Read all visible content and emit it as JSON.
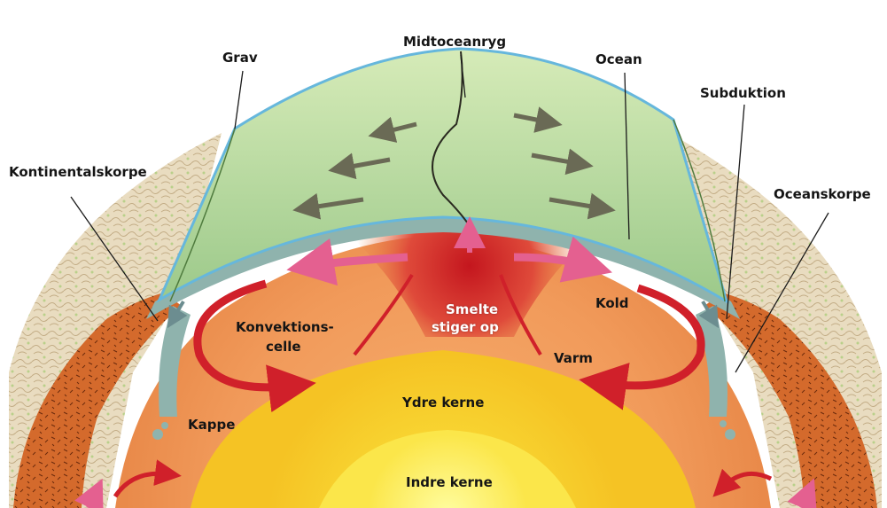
{
  "labels": {
    "midtoceanryg": "Midtoceanryg",
    "grav": "Grav",
    "ocean": "Ocean",
    "subduktion": "Subduktion",
    "kontinentalskorpe": "Kontinentalskorpe",
    "oceanskorpe": "Oceanskorpe",
    "konvektionscelle_line1": "Konvektions-",
    "konvektionscelle_line2": "celle",
    "smelte_line1": "Smelte",
    "smelte_line2": "stiger op",
    "kold": "Kold",
    "varm": "Varm",
    "ydre_kerne": "Ydre kerne",
    "kappe": "Kappe",
    "indre_kerne": "Indre kerne"
  },
  "colors": {
    "ocean_green": "#b7d998",
    "ocean_water_edge": "#7ec3e0",
    "oceanic_crust": "#8fb3ad",
    "mantle": "#f0a060",
    "hot_magma": "#d9262a",
    "outer_core": "#f7d12a",
    "inner_core": "#fff56a",
    "continental_crust": "#d96c2a",
    "continent_rock": "#e8d8b8",
    "arrow_red": "#d0202a",
    "arrow_pink": "#e46090"
  }
}
